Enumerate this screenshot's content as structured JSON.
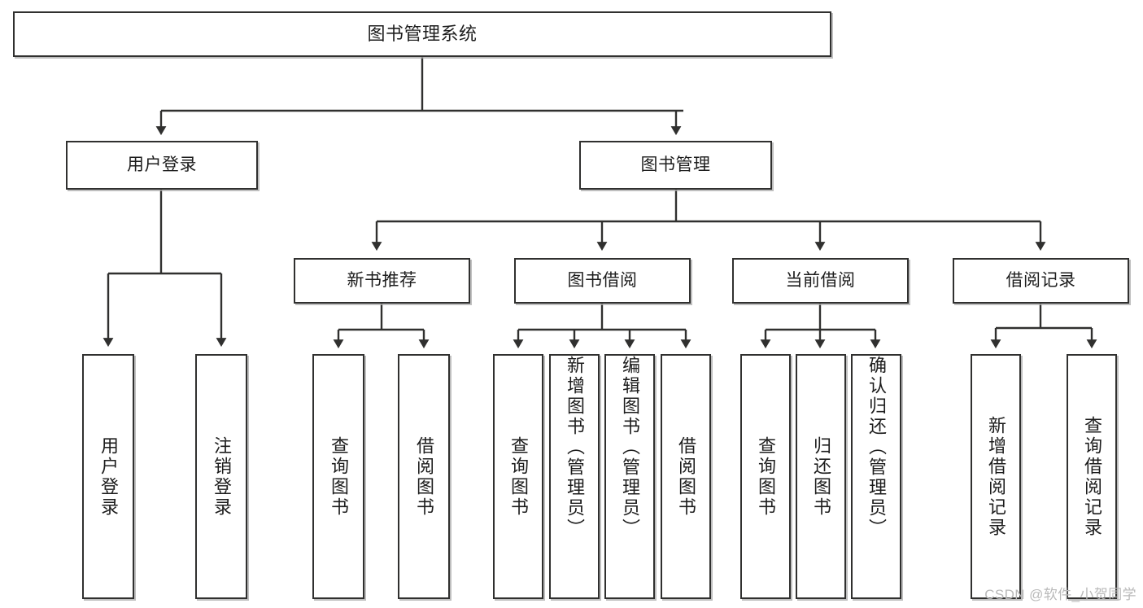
{
  "diagram": {
    "title": "图书管理系统",
    "type": "tree",
    "watermark": "CSDN @软件_小贺同学",
    "colors": {
      "box_border": "#30302f",
      "box_fill": "#ffffff",
      "edge": "#30302f",
      "text": "#1d1d1d",
      "watermark": "#b9b9b9",
      "background": "#ffffff"
    },
    "root": {
      "label": "图书管理系统",
      "orientation": "horizontal"
    },
    "level2": [
      {
        "label": "用户登录",
        "orientation": "horizontal"
      },
      {
        "label": "图书管理",
        "orientation": "horizontal"
      }
    ],
    "level3": [
      {
        "label": "新书推荐",
        "orientation": "horizontal"
      },
      {
        "label": "图书借阅",
        "orientation": "horizontal"
      },
      {
        "label": "当前借阅",
        "orientation": "horizontal"
      },
      {
        "label": "借阅记录",
        "orientation": "horizontal"
      }
    ],
    "leaves": {
      "user_login": [
        {
          "label": "用户登录",
          "orientation": "vertical"
        },
        {
          "label": "注销登录",
          "orientation": "vertical"
        }
      ],
      "new_book_recommend": [
        {
          "label": "查询图书",
          "orientation": "vertical"
        },
        {
          "label": "借阅图书",
          "orientation": "vertical"
        }
      ],
      "book_borrow": [
        {
          "label": "查询图书",
          "orientation": "vertical"
        },
        {
          "label": "新增图书（管理员）",
          "orientation": "vertical"
        },
        {
          "label": "编辑图书（管理员）",
          "orientation": "vertical"
        },
        {
          "label": "借阅图书",
          "orientation": "vertical"
        }
      ],
      "current_borrow": [
        {
          "label": "查询图书",
          "orientation": "vertical"
        },
        {
          "label": "归还图书",
          "orientation": "vertical"
        },
        {
          "label": "确认归还（管理员）",
          "orientation": "vertical"
        }
      ],
      "borrow_record": [
        {
          "label": "新增借阅记录",
          "orientation": "vertical"
        },
        {
          "label": "查询借阅记录",
          "orientation": "vertical"
        }
      ]
    }
  }
}
